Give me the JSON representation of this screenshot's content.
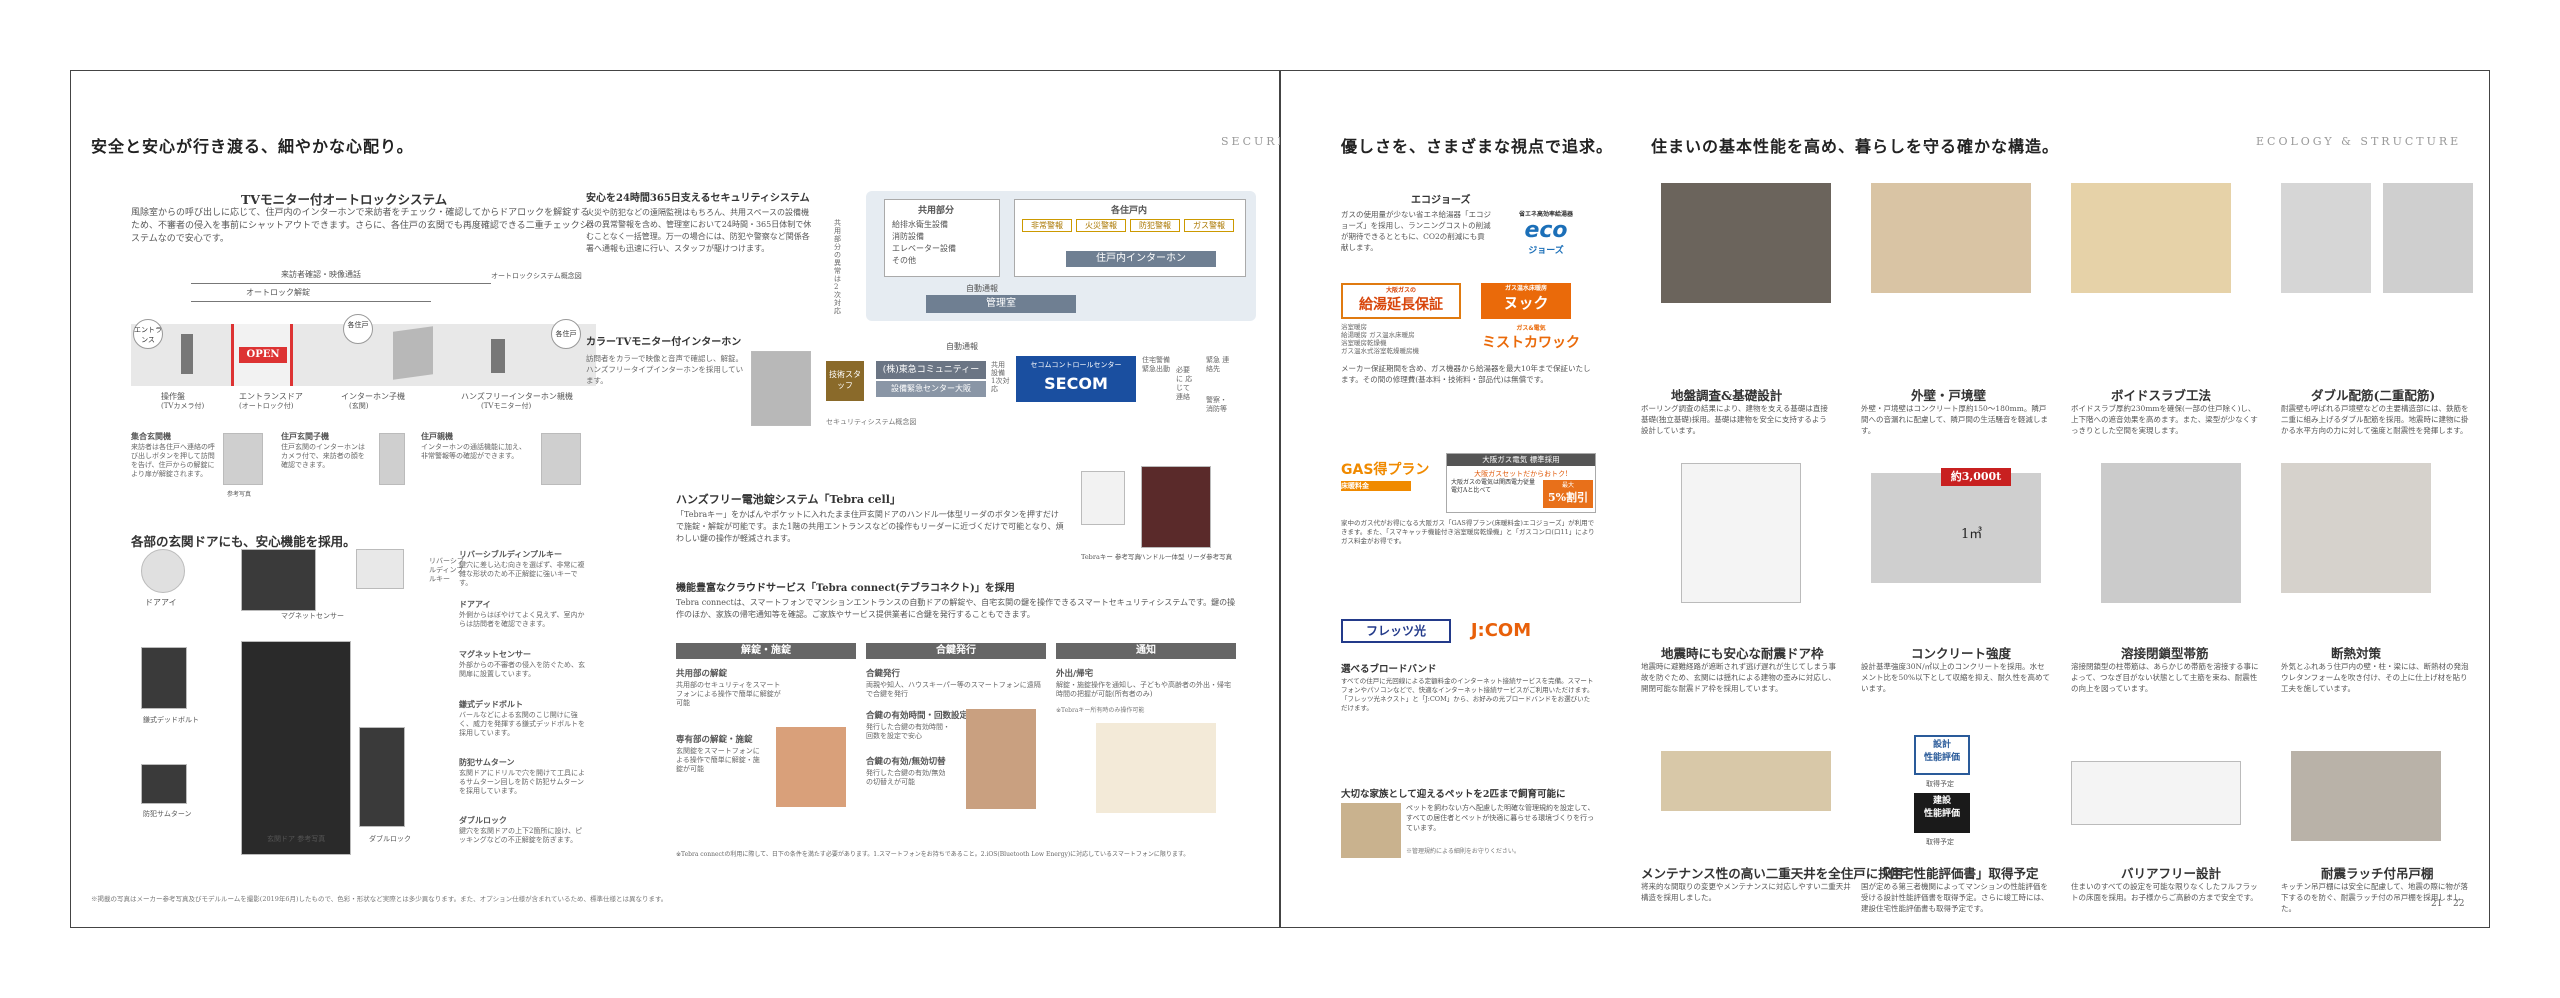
{
  "left": {
    "section_title": "安全と安心が行き渡る、細やかな心配り。",
    "header_label": "SECURITY",
    "autolock": {
      "heading": "TVモニター付オートロックシステム",
      "body": "風除室からの呼び出しに応じて、住戸内のインターホンで来訪者をチェック・確認してからドアロックを解錠するため、不審者の侵入を事前にシャットアウトできます。さらに、各住戸の玄関でも再度確認できる二重チェックシステムなので安心です。",
      "diagram_tag_top": "来訪者確認・映像通話",
      "diagram_tag_sub": "オートロック解錠",
      "diagram_note": "オートロックシステム概念図",
      "sign_open": "OPEN",
      "labels": [
        "エントランス",
        "各住戸",
        "各住戸",
        "操作盤",
        "エントランスドア",
        "インターホン子機",
        "ハンズフリーインターホン親機"
      ],
      "label_subs": [
        "(TVカメラ付)",
        "(オートロック付)",
        "(玄関)",
        "(TVモニター付)"
      ],
      "thumbs": [
        {
          "title": "集合玄関機",
          "body": "来訪者は各住戸へ連絡の呼び出しボタンを押して訪問を告げ、住戸からの解錠により扉が解錠されます。"
        },
        {
          "title": "住戸玄関子機",
          "body": "住戸玄関のインターホンはカメラ付で、来訪者の顔を確認できます。"
        },
        {
          "title": "住戸親機",
          "body": "インターホンの通話機能に加え、非常警報等の確認ができます。"
        }
      ],
      "thumb_caption": "参考写真"
    },
    "security_24": {
      "heading": "安心を24時間365日支えるセキュリティシステム",
      "body": "火災や防犯などの遠隔監視はもちろん、共用スペースの設備機器の異常警報を含め、管理室において24時間・365日体制で休むことなく一括管理。万一の場合には、防犯や警察など関係各署へ通報も迅速に行い、スタッフが駆けつけます。",
      "camera_heading": "カラーTVモニター付インターホン",
      "camera_body": "訪問者をカラーで映像と音声で確認し、解錠。ハンズフリータイプインターホンを採用しています。",
      "common_title": "共用部分",
      "common_items": [
        "給排水衛生設備",
        "消防設備",
        "エレベーター設備",
        "その他"
      ],
      "unit_title": "各住戸内",
      "unit_items": [
        "非常警報",
        "火災警報",
        "防犯警報",
        "ガス警報"
      ],
      "unit_sub": "住戸内インターホン",
      "auto_report": "自動通報",
      "manage": "管理室",
      "shared_note": "共用部分の異常は2次対応",
      "staff": "技術スタッフ",
      "company": "(株)東急コミュニティー",
      "company_sub": "設備緊急センター大阪",
      "secom_center": "セコムコントロールセンター",
      "secom": "SECOM",
      "flow": [
        "自動通報",
        "共用設備 1次対応",
        "住宅警備 緊急出動",
        "緊急 連絡先",
        "必要に 応じて 連絡",
        "警察・ 消防等"
      ],
      "diagram_note": "セキュリティシステム概念図"
    },
    "door": {
      "heading": "各部の玄関ドアにも、安心機能を採用。",
      "photo_labels": [
        "ドアアイ",
        "マグネットセンサー",
        "リバーシブルディンプルキー",
        "鎌式デッドボルト",
        "防犯サムターン",
        "ダブルロック"
      ],
      "caption": "玄関ドア 参考写真",
      "features": [
        {
          "title": "リバーシブルディンプルキー",
          "body": "鍵穴に差し込む向きを選ばず、非常に複雑な形状のため不正解錠に強いキーです。"
        },
        {
          "title": "ドアアイ",
          "body": "外側からはぼやけてよく見えず、室内からは訪問者を確認できます。"
        },
        {
          "title": "マグネットセンサー",
          "body": "外部からの不審者の侵入を防ぐため、玄関扉に設置しています。"
        },
        {
          "title": "鎌式デッドボルト",
          "body": "バールなどによる玄関のこじ開けに強く、威力を発揮する鎌式デッドボルトを採用しています。"
        },
        {
          "title": "防犯サムターン",
          "body": "玄関ドアにドリルで穴を開けて工具によるサムターン回しを防ぐ防犯サムターンを採用しています。"
        },
        {
          "title": "ダブルロック",
          "body": "鍵穴を玄関ドアの上下2箇所に設け、ピッキングなどの不正解錠を防ぎます。"
        }
      ]
    },
    "tebra": {
      "heading": "ハンズフリー電池錠システム「Tebra cell」",
      "body": "「Tebraキー」をかばんやポケットに入れたまま住戸玄関ドアのハンドル一体型リーダのボタンを押すだけで施錠・解錠が可能です。また1階の共用エントランスなどの操作もリーダーに近づくだけで可能となり、煩わしい鍵の操作が軽減されます。",
      "photo_caption": [
        "Tebraキー 参考写真",
        "ハンドル一体型 リーダ参考写真"
      ],
      "connect_heading": "機能豊富なクラウドサービス「Tebra connect(テブラコネクト)」を採用",
      "connect_body": "Tebra connectは、スマートフォンでマンションエントランスの自動ドアの解錠や、自宅玄関の鍵を操作できるスマートセキュリティシステムです。鍵の操作のほか、家族の帰宅通知等を確認。ご家族やサービス提供業者に合鍵を発行することもできます。",
      "cols": [
        {
          "bar": "解錠・施錠",
          "items": [
            {
              "t": "共用部の解錠",
              "b": "共用部のセキュリティをスマートフォンによる操作で簡単に解錠が可能"
            },
            {
              "t": "専有部の解錠・施錠",
              "b": "玄関錠をスマートフォンによる操作で簡単に解錠・施錠が可能"
            }
          ]
        },
        {
          "bar": "合鍵発行",
          "items": [
            {
              "t": "合鍵発行",
              "b": "両親や知人、ハウスキーパー等のスマートフォンに遠隔で合鍵を発行"
            },
            {
              "t": "合鍵の有効時間・回数設定",
              "b": "発行した合鍵の有効時間・回数を設定で安心"
            },
            {
              "t": "合鍵の有効/無効切替",
              "b": "発行した合鍵の有効/無効の切替えが可能"
            }
          ]
        },
        {
          "bar": "通知",
          "items": [
            {
              "t": "外出/帰宅",
              "b": "解錠・施錠操作を通知し、子どもや高齢者の外出・帰宅時間の把握が可能(所有者のみ)"
            }
          ]
        }
      ],
      "smart_note": "※Tebraキー所有時のみ操作可能",
      "footnote": "※Tebra connectの利用に際して、日下の条件を満たす必要があります。1.スマートフォンをお持ちであること。2.iOS(Bluetooth Low Energy)に対応しているスマートフォンに限ります。"
    },
    "bottom_note": "※掲載の写真はメーカー参考写真及びモデルルームを撮影(2019年6月)したもので、色彩・形状など実際とは多少異なります。また、オプション仕様が含まれているため、標準仕様とは異なります。"
  },
  "right": {
    "left_title": "優しさを、さまざまな視点で追求。",
    "right_title": "住まいの基本性能を高め、暮らしを守る確かな構造。",
    "header_label": "ECOLOGY & STRUCTURE",
    "ecojozu": {
      "heading": "エコジョーズ",
      "body": "ガスの使用量が少ない省エネ給湯器「エコジョーズ」を採用し、ランニングコストの削減が期待できるとともに、CO2の削減にも貢献します。",
      "logo_small": "省エネ高効率給湯器",
      "logo_main": "eco",
      "logo_sub": "ジョーズ"
    },
    "warranty": {
      "badge1_small": "大阪ガスの",
      "badge1_main": "給湯延長保証",
      "badge2_small": "ガス温水床暖房",
      "badge2_main": "ヌック",
      "badge3_small": "ガス&電気",
      "badge3_main": "ミストカワック",
      "list": [
        "浴室暖房",
        "給湯暖房 ガス温水床暖房",
        "浴室暖房乾燥機",
        "ガス温水式浴室乾燥暖房機"
      ],
      "body": "メーカー保証期間を含め、ガス機器から給湯器を最大10年まで保証いたします。その間の修理費(基本料・技術料・部品代)は無償です。"
    },
    "gas": {
      "plan_logo": "GAS得プラン",
      "plan_sub": "床暖料金",
      "elec_title": "大阪ガス電気 標準採用",
      "elec_body": "大阪ガスセットだからおトク!",
      "elec_sub": "大阪ガスの電気は関西電力従量電灯Aと比べて",
      "max_label": "最大",
      "max_value": "5%割引",
      "body": "家中のガス代がお得になる大阪ガス「GAS得プラン(床暖料金)エコジョーズ」が利用できます。また、「スマキャッチ機能付き浴室暖房乾燥機」と「ガスコンロ(口11」によりガス料金がお得です。"
    },
    "broadband": {
      "logo1": "フレッツ光",
      "logo2": "J:COM",
      "heading": "選べるブロードバンド",
      "body": "すべての住戸に光回線による定額料金のインターネット接続サービスを完備。スマートフォンやパソコンなどで、快適なインターネット接続サービスがご利用いただけます。「フレッツ光ネクスト」と「J:COM」から、お好みの光ブロードバンドをお選びいただけます。"
    },
    "pet": {
      "heading": "大切な家族として迎えるペットを2匹まで飼育可能に",
      "body": "ペットを飼わない方へ配慮した明確な管理規約を設定して、すべての居住者とペットが快適に暮らせる環境づくりを行っています。",
      "note": "※管理規約による細則をお守りください。"
    },
    "structure": [
      {
        "title": "地盤調査&基礎設計",
        "body": "ボーリング調査の結果により、建物を支える基礎は直接基礎(独立基礎)採用。基礎は建物を安全に支持するよう設計しています。"
      },
      {
        "title": "外壁・戸境壁",
        "body": "外壁・戸境壁はコンクリート厚約150〜180mm。隣戸間への音漏れに配慮して、隣戸間の生活騒音を軽減します。"
      },
      {
        "title": "ボイドスラブ工法",
        "body": "ボイドスラブ厚約230mmを確保(一部の住戸除く)し、上下階への遮音効果を高めます。また、梁型が少なくすっきりとした空間を実現します。"
      },
      {
        "title": "ダブル配筋(二重配筋)",
        "body": "耐震壁も呼ばれる戸境壁などの主要構造部には、鉄筋を二重に組み上げるダブル配筋を採用。地震時に建物に掛かる水平方向の力に対して強度と耐震性を発揮します。"
      },
      {
        "title": "地震時にも安心な耐震ドア枠",
        "body": "地震時に避難経路が遮断されず逃げ遅れが生じてしまう事故を防ぐため、玄関には揺れによる建物の歪みに対応し、開閉可能な耐震ドア枠を採用しています。"
      },
      {
        "title": "コンクリート強度",
        "body": "設計基準強度30N/㎡以上のコンクリートを採用。水セメント比を50%以下として収縮を抑え、耐久性を高めています。"
      },
      {
        "title": "溶接閉鎖型帯筋",
        "body": "溶接閉鎖型の柱帯筋は、あらかじめ帯筋を溶接する事によって、つなぎ目がない状態として主筋を束ね、耐震性の向上を図っています。"
      },
      {
        "title": "断熱対策",
        "body": "外気とふれあう住戸内の壁・柱・梁には、断熱材の発泡ウレタンフォームを吹き付け、その上に仕上げ材を貼り工夫を施しています。"
      },
      {
        "title": "メンテナンス性の高い二重天井を全住戸に採用",
        "body": "将来的な間取りの変更やメンテナンスに対応しやすい二重天井構造を採用しました。"
      },
      {
        "title": "「住宅性能評価書」取得予定",
        "body": "国が定める第三者機関によってマンションの性能評価を受ける設計性能評価書を取得予定。さらに竣工時には、建設住宅性能評価書も取得予定です。"
      },
      {
        "title": "バリアフリー設計",
        "body": "住まいのすべての設定を可能な限りなくしたフルフラットの床面を採用。お子様からご高齢の方まで安全です。"
      },
      {
        "title": "耐震ラッチ付吊戸棚",
        "body": "キッチン吊戸棚には安全に配慮して、地震の際に物が落下するのを防ぐ、耐震ラッチ付の吊戸棚を採用しました。"
      }
    ],
    "concrete_value": "約3,000t",
    "concrete_unit": "1㎥",
    "rating_top": "設計",
    "rating_top_main": "性能評価",
    "rating_top_note": "取得予定",
    "rating_bottom": "建設",
    "rating_bottom_main": "性能評価",
    "rating_bottom_note": "取得予定",
    "page_numbers": [
      "21",
      "22"
    ]
  }
}
